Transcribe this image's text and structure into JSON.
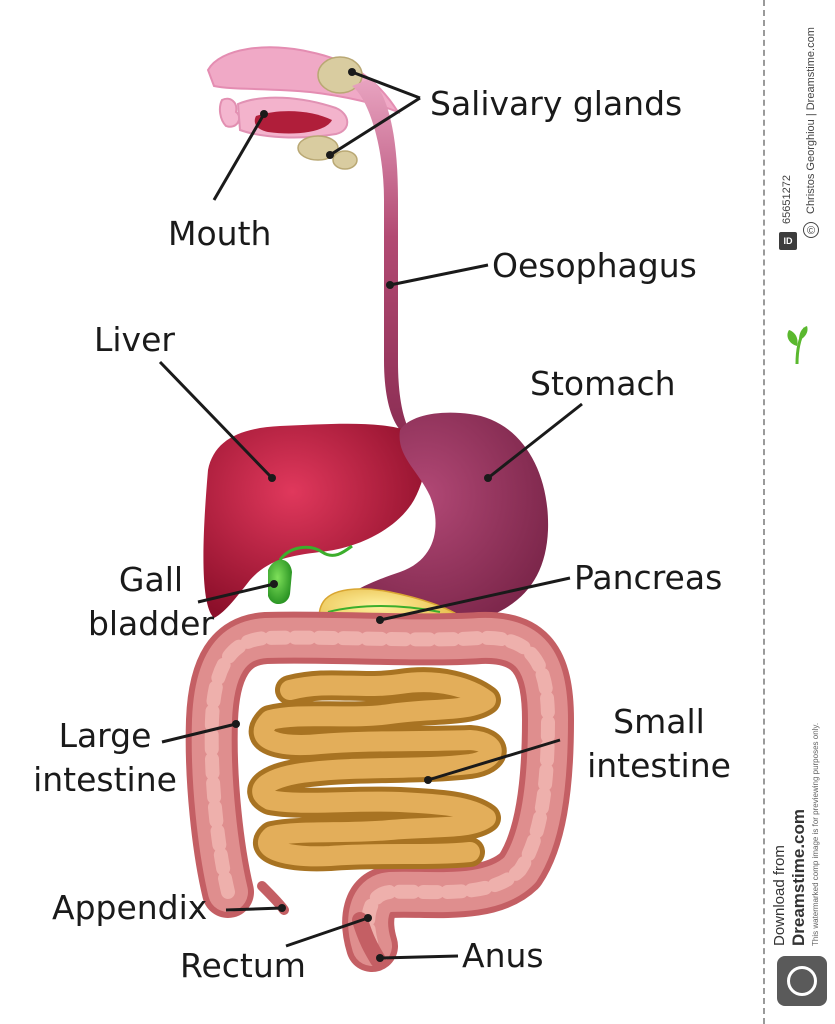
{
  "labels": {
    "salivary_glands": "Salivary glands",
    "mouth": "Mouth",
    "oesophagus": "Oesophagus",
    "liver": "Liver",
    "stomach": "Stomach",
    "gall_bladder": [
      "Gall",
      "bladder"
    ],
    "pancreas": "Pancreas",
    "large_intestine": [
      "Large",
      "intestine"
    ],
    "small_intestine": [
      "Small",
      "intestine"
    ],
    "appendix": "Appendix",
    "rectum": "Rectum",
    "anus": "Anus"
  },
  "sidebar": {
    "id_badge": "ID",
    "image_id": "65651272",
    "credit": "Christos Georghiou | Dreamstime.com",
    "download_from": "Download from",
    "site": "Dreamstime.com",
    "disclaimer": "This watermarked comp image is for previewing purposes only."
  },
  "colors": {
    "mouth": "#f2a7c4",
    "tongue": "#b01e3a",
    "salivary": "#d9cca0",
    "oesophagus": "#a0375e",
    "liver": "#b5183a",
    "stomach": "#8e2e54",
    "gall_bladder": "#3cae2c",
    "pancreas": "#f2d25a",
    "large_intestine": "#d98080",
    "small_intestine": "#d7a04a",
    "sidebar_accent": "#5ab82e"
  }
}
